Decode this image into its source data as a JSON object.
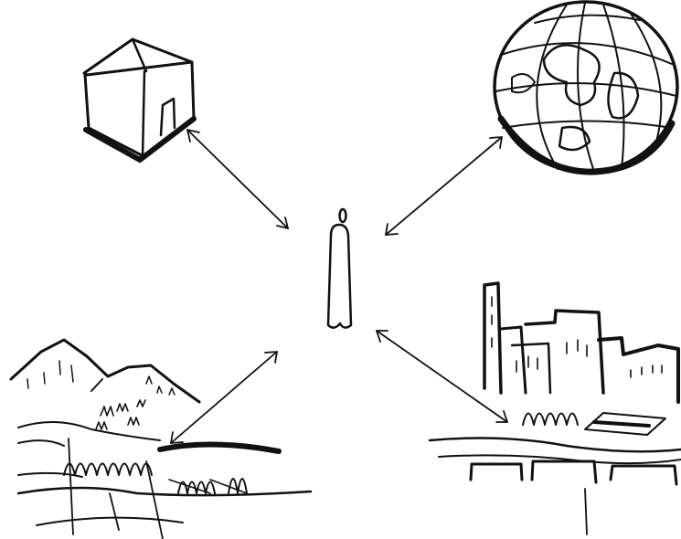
{
  "diagram": {
    "type": "hand-drawn sketch",
    "center_figure": "person-figure",
    "nodes": [
      {
        "id": "home",
        "icon": "house-icon"
      },
      {
        "id": "world",
        "icon": "globe-icon"
      },
      {
        "id": "landscape",
        "icon": "landscape-icon"
      },
      {
        "id": "city",
        "icon": "city-icon"
      }
    ],
    "links": [
      {
        "from": "person",
        "to": "home",
        "style": "double-arrow"
      },
      {
        "from": "person",
        "to": "world",
        "style": "double-arrow"
      },
      {
        "from": "person",
        "to": "landscape",
        "style": "double-arrow"
      },
      {
        "from": "person",
        "to": "city",
        "style": "double-arrow"
      }
    ],
    "colors": {
      "ink": "#111111",
      "background": "#ffffff"
    }
  }
}
